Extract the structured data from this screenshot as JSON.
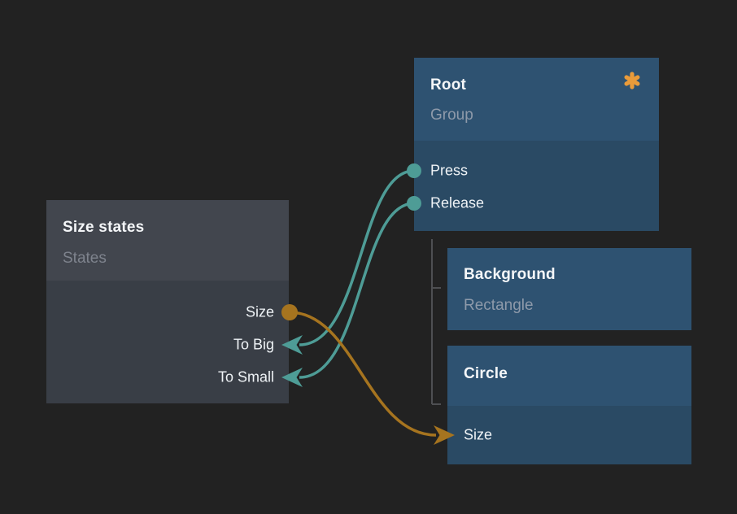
{
  "app": {
    "kind": "node-graph-editor"
  },
  "colors": {
    "canvas_bg": "#222222",
    "teal": "#4E9C96",
    "orange": "#A6741F",
    "asterisk": "#E99B3A",
    "tree_line": "#4E4F52",
    "blue_header": "#2E5271",
    "blue_body": "#2A4A64",
    "gray_header": "#42464E",
    "gray_body": "#393E46"
  },
  "nodes": {
    "size_states": {
      "title": "Size states",
      "subtitle": "States",
      "ports": {
        "size": "Size",
        "to_big": "To Big",
        "to_small": "To Small"
      }
    },
    "root": {
      "title": "Root",
      "subtitle": "Group",
      "badge": "asterisk-icon",
      "ports": {
        "press": "Press",
        "release": "Release"
      }
    },
    "background": {
      "title": "Background",
      "subtitle": "Rectangle"
    },
    "circle": {
      "title": "Circle",
      "ports": {
        "size": "Size"
      }
    }
  },
  "connections": [
    {
      "from": "root.press",
      "to": "size_states.to_big",
      "color": "teal"
    },
    {
      "from": "root.release",
      "to": "size_states.to_small",
      "color": "teal"
    },
    {
      "from": "size_states.size",
      "to": "circle.size",
      "color": "orange"
    }
  ],
  "hierarchy": {
    "parent": "root",
    "children": [
      "background",
      "circle"
    ]
  }
}
